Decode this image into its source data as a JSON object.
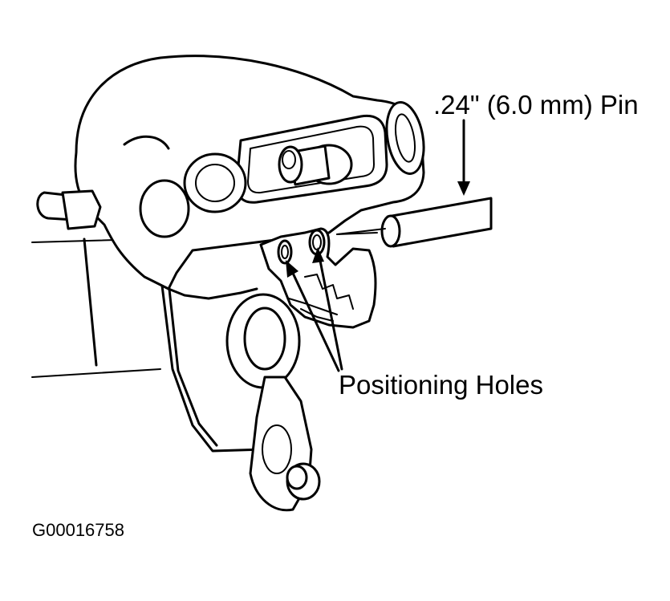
{
  "callouts": {
    "pin_label": ".24\" (6.0 mm) Pin",
    "holes_label": "Positioning Holes"
  },
  "figure_id": "G00016758",
  "colors": {
    "line": "#000000",
    "background": "#ffffff"
  }
}
